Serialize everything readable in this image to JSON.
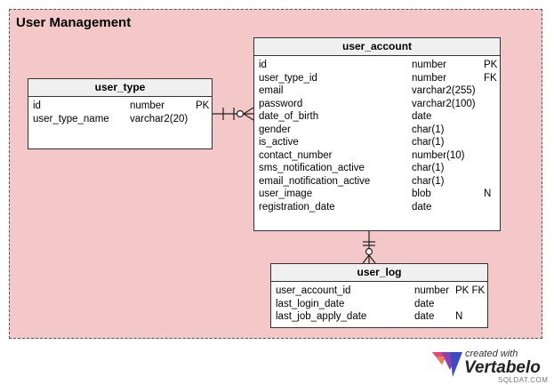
{
  "area": {
    "title": "User Management"
  },
  "tables": {
    "user_type": {
      "name": "user_type",
      "columns": [
        {
          "name": "id",
          "type": "number",
          "key": "PK"
        },
        {
          "name": "user_type_name",
          "type": "varchar2(20)",
          "key": ""
        }
      ]
    },
    "user_account": {
      "name": "user_account",
      "columns": [
        {
          "name": "id",
          "type": "number",
          "key": "PK"
        },
        {
          "name": "user_type_id",
          "type": "number",
          "key": "FK"
        },
        {
          "name": "email",
          "type": "varchar2(255)",
          "key": ""
        },
        {
          "name": "password",
          "type": "varchar2(100)",
          "key": ""
        },
        {
          "name": "date_of_birth",
          "type": "date",
          "key": ""
        },
        {
          "name": "gender",
          "type": "char(1)",
          "key": ""
        },
        {
          "name": "is_active",
          "type": "char(1)",
          "key": ""
        },
        {
          "name": "contact_number",
          "type": "number(10)",
          "key": ""
        },
        {
          "name": "sms_notification_active",
          "type": "char(1)",
          "key": ""
        },
        {
          "name": "email_notification_active",
          "type": "char(1)",
          "key": ""
        },
        {
          "name": "user_image",
          "type": "blob",
          "key": "N"
        },
        {
          "name": "registration_date",
          "type": "date",
          "key": ""
        }
      ]
    },
    "user_log": {
      "name": "user_log",
      "columns": [
        {
          "name": "user_account_id",
          "type": "number",
          "key": "PK FK"
        },
        {
          "name": "last_login_date",
          "type": "date",
          "key": ""
        },
        {
          "name": "last_job_apply_date",
          "type": "date",
          "key": "N"
        }
      ]
    }
  },
  "branding": {
    "created_with": "created with",
    "product": "Vertabelo",
    "watermark": "SQLDAT.COM"
  }
}
